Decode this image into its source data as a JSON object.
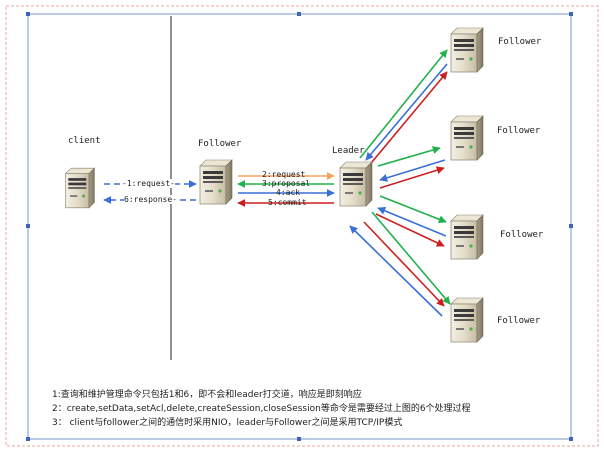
{
  "labels": {
    "client": "client",
    "follower_mid": "Follower",
    "leader": "Leader",
    "follower_1": "Follower",
    "follower_2": "Follower",
    "follower_3": "Follower",
    "follower_4": "Follower"
  },
  "edges": {
    "request1": "-1:request-",
    "response6": "6:response-",
    "request2": "2:request",
    "proposal3": "3:proposal",
    "ack4": "4:ack",
    "commit5": "5:commit"
  },
  "notes": [
    "1:查询和维护管理命令只包括1和6，即不会和leader打交道，响应是即刻响应",
    "2：create,setData,setAcl,delete,createSession,closeSession等命令是需要经过上图的6个处理过程",
    "3：  client与follower之间的通信时采用NIO，leader与Follower之间是采用TCP/IP模式"
  ],
  "colors": {
    "request": "#f4a460",
    "proposal": "#22b14c",
    "ack": "#3a6fd8",
    "commit": "#cc1f1f",
    "client_link": "#3a6fd8"
  }
}
